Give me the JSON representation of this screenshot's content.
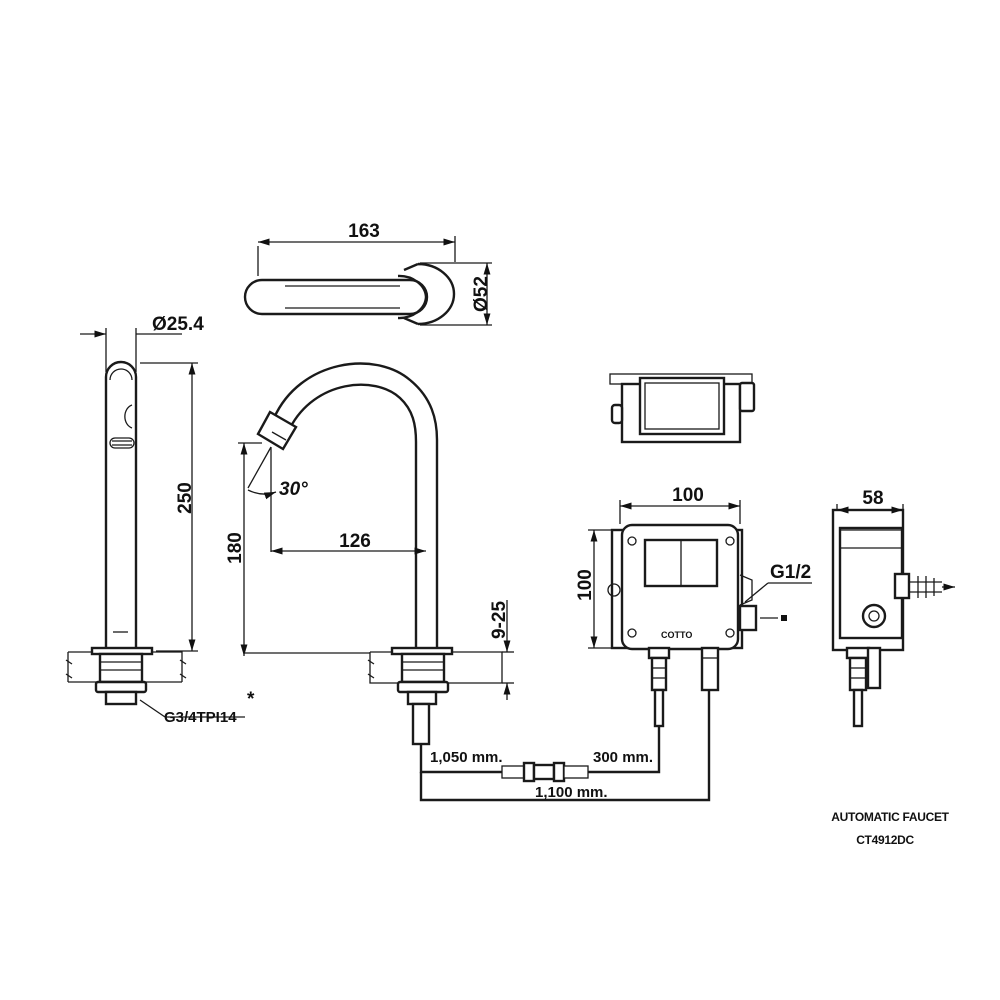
{
  "dimensions": {
    "top_view_length": "163",
    "top_view_diameter": "Ø52",
    "side_diameter": "Ø25.4",
    "side_height": "250",
    "spout_height": "180",
    "spout_angle": "30°",
    "spout_reach": "126",
    "deck_thickness": "9-25",
    "box_width": "100",
    "box_height": "100",
    "box_depth": "58"
  },
  "labels": {
    "thread": "G3/4TPI14",
    "asterisk": "*",
    "inlet": "G1/2",
    "hose_1": "1,050 mm.",
    "hose_2": "300 mm.",
    "hose_3": "1,100 mm.",
    "brand": "COTTO"
  },
  "title_block": {
    "product": "AUTOMATIC FAUCET",
    "model": "CT4912DC"
  }
}
